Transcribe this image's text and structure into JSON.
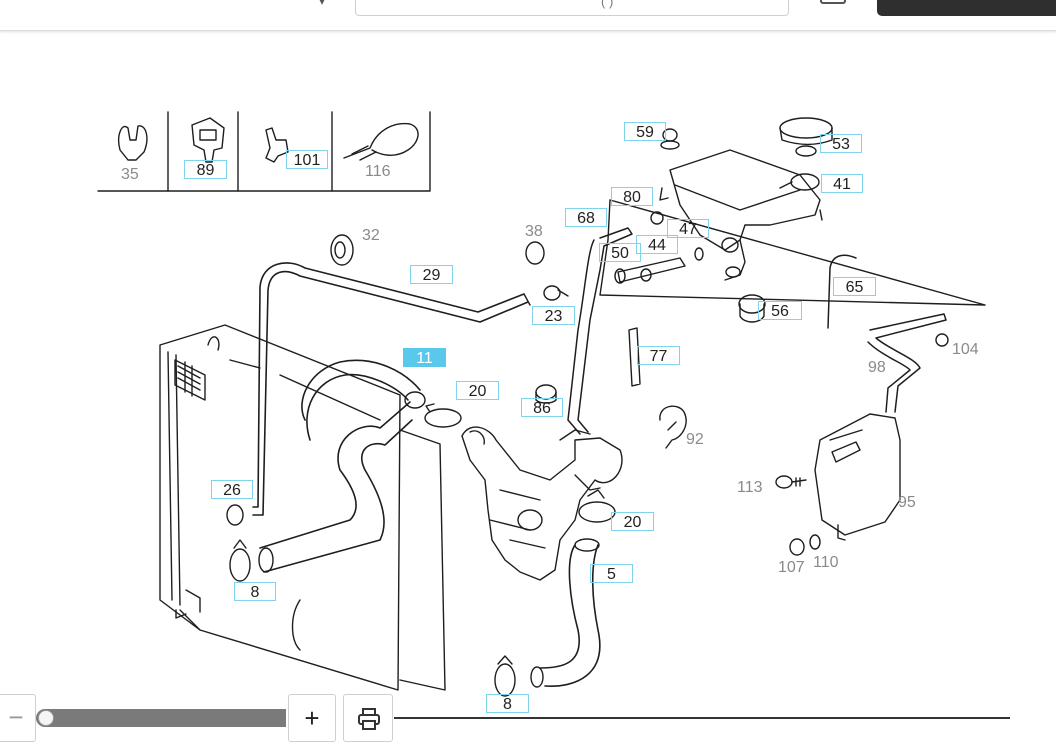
{
  "toolbar": {
    "search_fragment": "(     )",
    "dropdown_icon": "chevron-down-icon",
    "action_icon": "cart-icon"
  },
  "legend": [
    {
      "number": "35",
      "boxed": false
    },
    {
      "number": "89",
      "boxed": true
    },
    {
      "number": "101",
      "boxed": true
    },
    {
      "number": "116",
      "boxed": false
    }
  ],
  "parts": [
    {
      "number": "59",
      "boxed": true
    },
    {
      "number": "53",
      "boxed": true
    },
    {
      "number": "41",
      "boxed": true
    },
    {
      "number": "80",
      "boxed": true
    },
    {
      "number": "68",
      "boxed": true
    },
    {
      "number": "47",
      "boxed": true
    },
    {
      "number": "44",
      "boxed": true
    },
    {
      "number": "50",
      "boxed": true
    },
    {
      "number": "38",
      "boxed": false
    },
    {
      "number": "32",
      "boxed": false
    },
    {
      "number": "29",
      "boxed": true
    },
    {
      "number": "23",
      "boxed": true
    },
    {
      "number": "56",
      "boxed": true
    },
    {
      "number": "65",
      "boxed": true
    },
    {
      "number": "104",
      "boxed": false
    },
    {
      "number": "98",
      "boxed": false
    },
    {
      "number": "77",
      "boxed": true
    },
    {
      "number": "11",
      "boxed": true,
      "highlighted": true
    },
    {
      "number": "20",
      "boxed": true
    },
    {
      "number": "86",
      "boxed": true
    },
    {
      "number": "92",
      "boxed": false
    },
    {
      "number": "26",
      "boxed": true
    },
    {
      "number": "113",
      "boxed": false
    },
    {
      "number": "95",
      "boxed": false
    },
    {
      "number": "20",
      "boxed": true
    },
    {
      "number": "8",
      "boxed": true
    },
    {
      "number": "5",
      "boxed": true
    },
    {
      "number": "107",
      "boxed": false
    },
    {
      "number": "110",
      "boxed": false
    },
    {
      "number": "8",
      "boxed": true
    }
  ],
  "controls": {
    "zoom_out_label": "−",
    "zoom_in_label": "+",
    "zoom_level": 0.0,
    "print_icon": "printer-icon"
  },
  "colors": {
    "callout_border": "#7fd3ec",
    "callout_highlight": "#5ac8ea",
    "line_art": "#1e1e1e"
  }
}
